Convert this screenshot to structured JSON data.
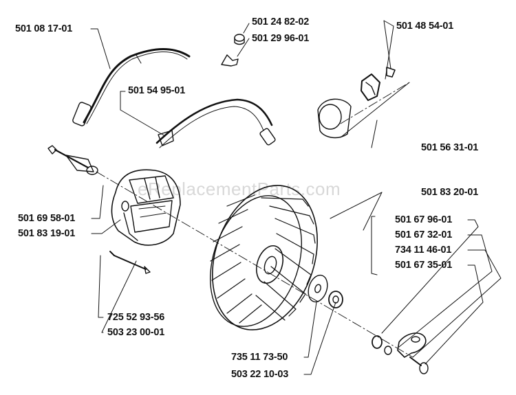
{
  "watermark": "eReplacementParts.com",
  "colors": {
    "ink": "#111111",
    "watermark": "#d8d8d8",
    "background": "#ffffff"
  },
  "parts": {
    "p1": "501 08 17-01",
    "p2": "501 24 82-02",
    "p3": "501 29 96-01",
    "p4": "501 48 54-01",
    "p5": "501 54 95-01",
    "p6": "501 56 31-01",
    "p7": "501 83 20-01",
    "p8": "501 69 58-01",
    "p9": "501 83 19-01",
    "p10": "501 67 96-01",
    "p11": "501 67 32-01",
    "p12": "734 11 46-01",
    "p13": "501 67 35-01",
    "p14": "725 52 93-56",
    "p15": "503 23 00-01",
    "p16": "735 11 73-50",
    "p17": "503 22 10-03"
  }
}
